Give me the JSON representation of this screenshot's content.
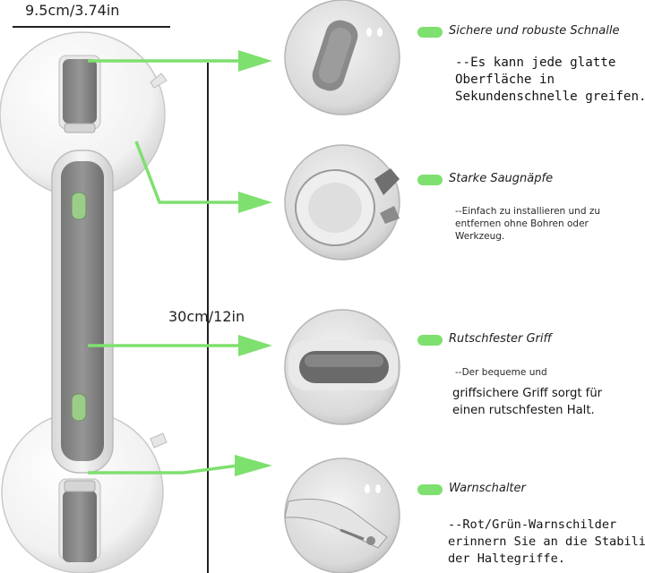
{
  "dimensions": {
    "width_label": "9.5cm/3.74in",
    "length_label": "30cm/12in"
  },
  "colors": {
    "accent_green": "#7ee06e",
    "handle_grey": "#8a8a8a",
    "cup_white": "#f2f2f2",
    "indicator_green": "#9ccc8a"
  },
  "features": [
    {
      "icon": "buckle-closeup",
      "title": "Sichere und robuste Schnalle",
      "description_lines": [
        "--Es kann jede glatte",
        "Oberfläche in",
        "Sekundenschnelle greifen."
      ]
    },
    {
      "icon": "suction-cup-closeup",
      "title": "Starke Saugnäpfe",
      "description_lines": [
        "--Einfach zu installieren und zu",
        "entfernen ohne Bohren oder",
        "Werkzeug."
      ]
    },
    {
      "icon": "grip-closeup",
      "title": "Rutschfester Griff",
      "description_intro": "--Der bequeme und",
      "description_lines": [
        "griffsichere Griff sorgt für",
        "einen rutschfesten Halt."
      ]
    },
    {
      "icon": "warning-indicator-closeup",
      "title": "Warnschalter",
      "description_lines": [
        "--Rot/Grün-Warnschilder",
        "erinnern Sie an die Stabilität",
        "der Haltegriffe."
      ]
    }
  ]
}
